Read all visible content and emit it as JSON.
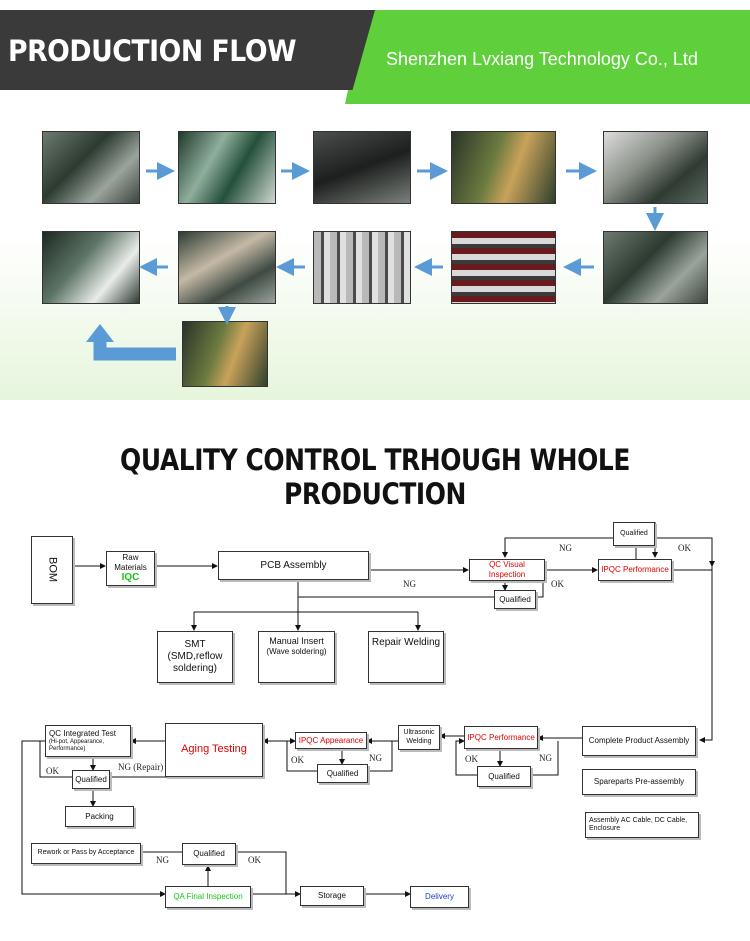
{
  "header": {
    "title": "PRODUCTION FLOW",
    "company": "Shenzhen Lvxiang Technology Co., Ltd"
  },
  "qc_title": "QUALITY CONTROL TRHOUGH WHOLE PRODUCTION",
  "flow": {
    "bom": "BOM",
    "raw_materials": "Raw Materials",
    "iqc": "IQC",
    "pcb_assembly": "PCB Assembly",
    "qc_visual": "QC Visual Inspection",
    "ipqc_performance_top": "IPQC Performance",
    "qualified_top": "Qualified",
    "qualified_visual": "Qualified",
    "smt": "SMT (SMD,reflow soldering)",
    "manual_insert": "Manual Insert",
    "wave": "(Wave soldering)",
    "repair_welding": "Repair Welding",
    "qc_integrated": "QC Integrated Test",
    "qc_integrated_sub": "(Hi-pot, Appearance, Performance)",
    "aging": "Aging Testing",
    "ipqc_appearance": "IPQC Appearance",
    "ultrasonic": "Ultrasonic Welding",
    "ipqc_performance_mid": "IPQC Performance",
    "complete_assembly": "Complete Product Assembly",
    "qualified_int": "Qualified",
    "qualified_app": "Qualified",
    "qualified_perf": "Qualified",
    "spareparts": "Spareparts Pre-assembly",
    "packing": "Packing",
    "assembly_cable": "Assembly AC Cable, DC Cable, Enclosure",
    "rework": "Rework or Pass by Acceptance",
    "qualified_final": "Qualified",
    "qa_final": "QA Final Inspection",
    "storage": "Storage",
    "delivery": "Delivery",
    "ng": "NG",
    "ok": "OK",
    "ng_repair": "NG (Repair)"
  },
  "colors": {
    "header_dark": "#3a3a3a",
    "header_green": "#5fcf3c",
    "arrow_blue": "#5b9bd5",
    "qc_red": "#e30000",
    "iqc_green": "#18c418",
    "delivery_blue": "#1a3ecc"
  },
  "photos": [
    "warehouse-shelves",
    "pcb-insertion",
    "soldering-machine",
    "pcb-inspection",
    "worker-testing",
    "assembly-line",
    "aging-racks",
    "ultrasonic-welding",
    "hipot-testing",
    "packed-products",
    "final-packing"
  ]
}
